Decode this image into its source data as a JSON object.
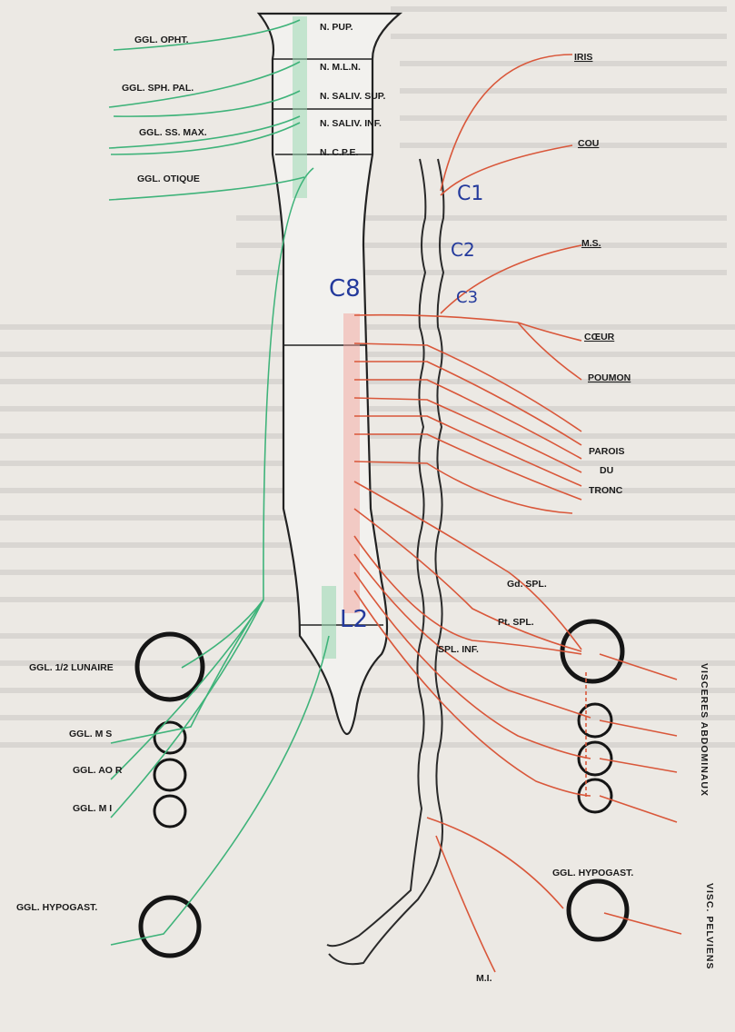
{
  "cranial_nuclei": [
    "N. PUP.",
    "N. M.L.N.",
    "N. SALIV. SUP.",
    "N. SALIV. INF.",
    "N. C.P.E."
  ],
  "cranial_ganglia": [
    "GGL. OPHT.",
    "GGL. SPH. PAL.",
    "GGL. SS. MAX.",
    "GGL. OTIQUE"
  ],
  "sacral_ganglia": [
    "GGL. 1/2 LUNAIRE",
    "GGL. M S",
    "GGL. AO R",
    "GGL. M I",
    "GGL. HYPOGAST."
  ],
  "targets": {
    "iris": "IRIS",
    "cou": "COU",
    "ms": "M.S.",
    "coeur": "CŒUR",
    "poumon": "POUMON",
    "parois": [
      "PAROIS",
      "DU",
      "TRONC"
    ],
    "gd_spl": "Gd. SPL.",
    "pt_spl": "Pt. SPL.",
    "spl_inf": "SPL. INF.",
    "ggl_hypogast_right": "GGL. HYPOGAST.",
    "mi": "M.I.",
    "visceres_abdominaux": "VISCERES ABDOMINAUX",
    "visc_pelviens": "VISC. PELVIENS"
  },
  "handwritten": {
    "c1": "C1",
    "c2": "C2",
    "c3": "C3",
    "c8": "C8",
    "l2": "L2"
  },
  "colors": {
    "parasympathetic": "#3fb37a",
    "sympathetic": "#d9573a",
    "handwriting": "#243a9c"
  }
}
